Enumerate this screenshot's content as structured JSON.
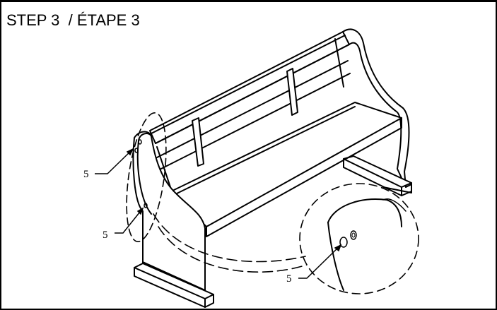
{
  "step": {
    "title": "STEP 3  / ÉTAPE 3"
  },
  "callouts": {
    "upper_hardware": "5",
    "lower_hardware": "5",
    "detail_hardware": "5"
  },
  "colors": {
    "line": "#000000",
    "background": "#ffffff"
  }
}
